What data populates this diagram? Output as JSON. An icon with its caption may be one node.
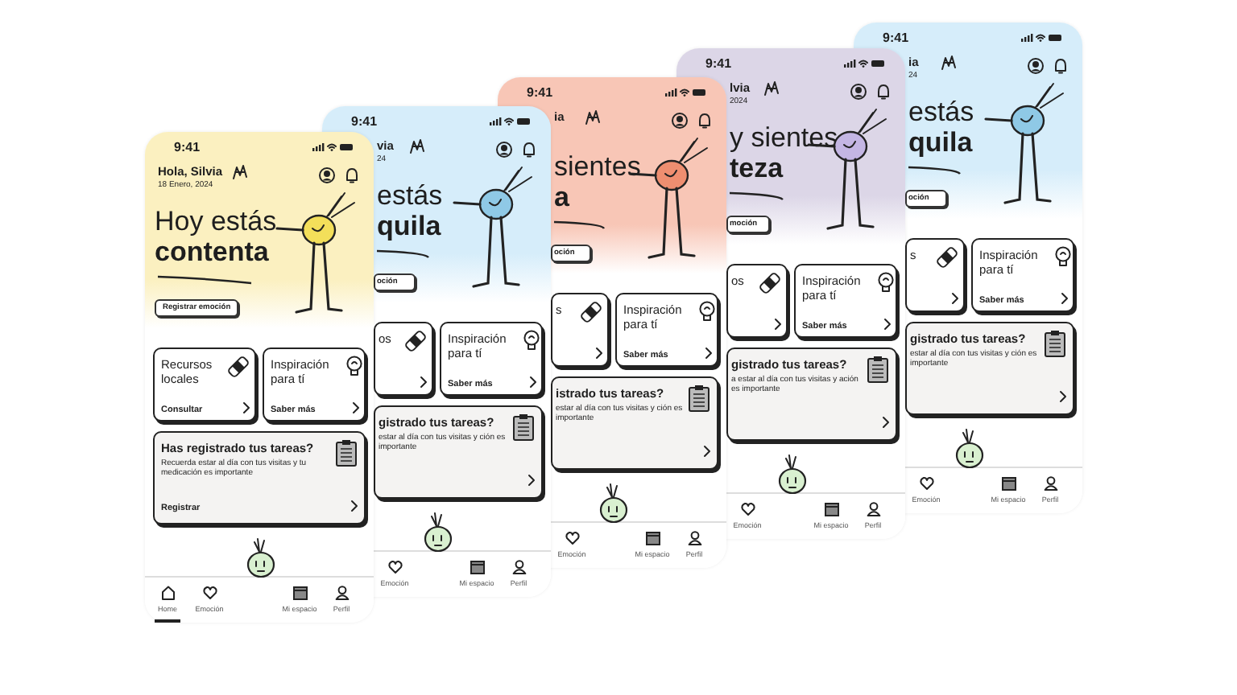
{
  "diagram": {
    "nodes": [
      {
        "text": [
          "9:41",
          "Hola, Silvia",
          "18 Enero, 2024",
          "Hoy estás",
          "contenta"
        ]
      },
      {
        "text": [
          "Registrar emoción"
        ],
        "in": 0
      },
      {
        "text": [
          "Recursos locales",
          "Consultar"
        ],
        "in": 0
      },
      {
        "text": [
          "Inspiración para tí",
          "Saber más"
        ],
        "in": 0
      },
      {
        "text": [
          "Has registrado tus tareas?",
          "Recuerda estar al día con tus visitas y tu medicación es importante",
          "Registrar"
        ],
        "in": 0
      },
      {
        "text": [
          "Home",
          "Emoción",
          "Mi espacio",
          "Perfil"
        ],
        "in": 0
      },
      {
        "text": [
          "9:41",
          "via",
          "24",
          "estás",
          "quila"
        ]
      },
      {
        "text": [
          "oción"
        ],
        "in": 6
      },
      {
        "text": [
          "os"
        ],
        "in": 6
      },
      {
        "text": [
          "Inspiración para tí",
          "Saber más"
        ],
        "in": 6
      },
      {
        "text": [
          "gistrado tus tareas?",
          "estar al día con tus visitas y ción es importante"
        ],
        "in": 6
      },
      {
        "text": [
          "Emoción",
          "Mi espacio",
          "Perfil"
        ],
        "in": 6
      },
      {
        "text": [
          "9:41",
          "ia",
          "sientes",
          "a"
        ]
      },
      {
        "text": [
          "oción"
        ],
        "in": 12
      },
      {
        "text": [
          "s"
        ],
        "in": 12
      },
      {
        "text": [
          "Inspiración para tí",
          "Saber más"
        ],
        "in": 12
      },
      {
        "text": [
          "istrado tus tareas?",
          "estar al día con tus visitas y ción es importante"
        ],
        "in": 12
      },
      {
        "text": [
          "Emoción",
          "Mi espacio",
          "Perfil"
        ],
        "in": 12
      },
      {
        "text": [
          "9:41",
          "lvia",
          "2024",
          "y sientes",
          "teza"
        ]
      },
      {
        "text": [
          "moción"
        ],
        "in": 18
      },
      {
        "text": [
          "os"
        ],
        "in": 18
      },
      {
        "text": [
          "Inspiración para tí",
          "Saber más"
        ],
        "in": 18
      },
      {
        "text": [
          "gistrado tus tareas?",
          "a estar al día con tus visitas y ación es importante"
        ],
        "in": 18
      },
      {
        "text": [
          "Emoción",
          "Mi espacio",
          "Perfil"
        ],
        "in": 18
      },
      {
        "text": [
          "9:41",
          "ia",
          "24",
          "estás",
          "quila"
        ]
      },
      {
        "text": [
          "oción"
        ],
        "in": 24
      },
      {
        "text": [
          "s"
        ],
        "in": 24
      },
      {
        "text": [
          "Inspiración para tí",
          "Saber más"
        ],
        "in": 24
      },
      {
        "text": [
          "gistrado tus tareas?",
          "estar al día con tus visitas y ción es importante"
        ],
        "in": 24
      },
      {
        "text": [
          "Emoción",
          "Mi espacio",
          "Perfil"
        ],
        "in": 24
      }
    ]
  }
}
